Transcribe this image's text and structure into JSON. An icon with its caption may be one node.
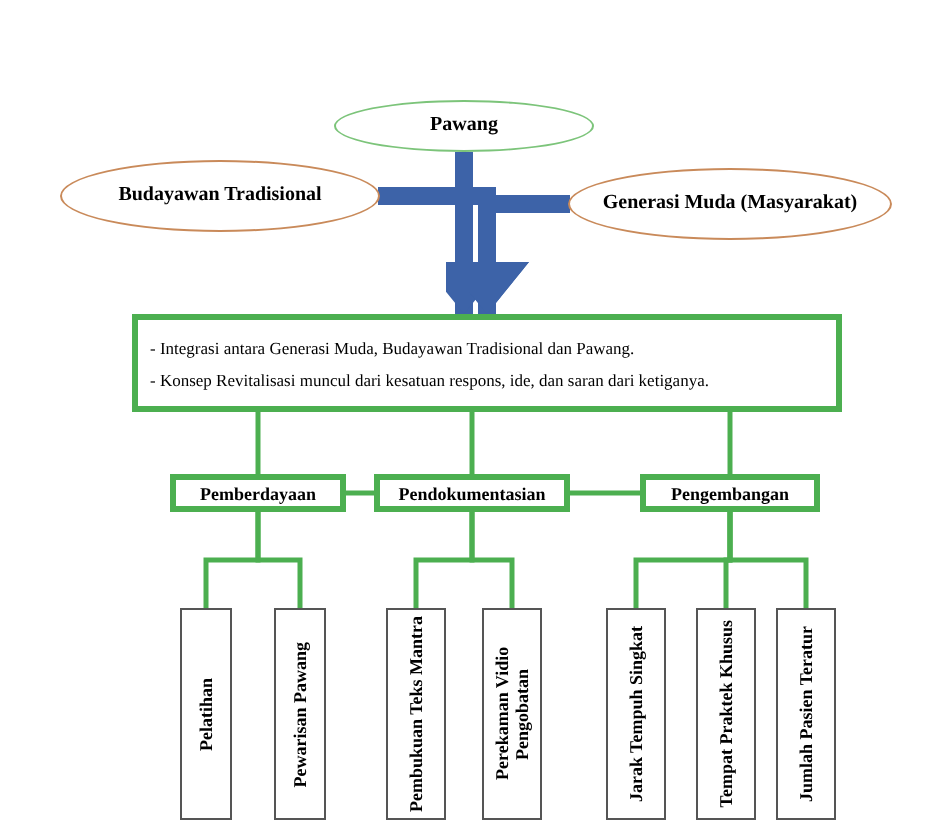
{
  "diagram": {
    "nodes": [
      {
        "text": [
          "Pawang"
        ]
      },
      {
        "text": [
          "Budayawan Tradisional"
        ]
      },
      {
        "text": [
          "Generasi Muda (Masyarakat)"
        ]
      },
      {
        "text": [
          "- Integrasi antara Generasi Muda, Budayawan Tradisional dan Pawang.",
          "- Konsep Revitalisasi muncul dari kesatuan respons, ide, dan saran dari ketiganya."
        ]
      },
      {
        "text": [
          "Pemberdayaan"
        ]
      },
      {
        "text": [
          "Pendokumentasian"
        ]
      },
      {
        "text": [
          "Pengembangan"
        ]
      },
      {
        "text": [
          "Pelatihan"
        ]
      },
      {
        "text": [
          "Pewarisan Pawang"
        ]
      },
      {
        "text": [
          "Pembukuan Teks Mantra"
        ]
      },
      {
        "text": [
          "Perekaman Vidio Pengobatan"
        ]
      },
      {
        "text": [
          "Jarak Tempuh Singkat"
        ]
      },
      {
        "text": [
          "Tempat Praktek Khusus"
        ]
      },
      {
        "text": [
          "Jumlah Pasien Teratur"
        ]
      }
    ],
    "edges": [
      {
        "from": 0,
        "to": 3,
        "arrow": "to",
        "style": "thick",
        "color": "#3d63a8"
      },
      {
        "from": 1,
        "to": 3,
        "arrow": "to",
        "style": "thick",
        "color": "#3d63a8"
      },
      {
        "from": 2,
        "to": 3,
        "arrow": "to",
        "style": "thick",
        "color": "#3d63a8"
      },
      {
        "from": 3,
        "to": 4,
        "arrow": "none"
      },
      {
        "from": 3,
        "to": 5,
        "arrow": "none"
      },
      {
        "from": 3,
        "to": 6,
        "arrow": "none"
      },
      {
        "from": 4,
        "to": 5,
        "arrow": "none"
      },
      {
        "from": 5,
        "to": 6,
        "arrow": "none"
      },
      {
        "from": 4,
        "to": 7,
        "arrow": "none"
      },
      {
        "from": 4,
        "to": 8,
        "arrow": "none"
      },
      {
        "from": 5,
        "to": 9,
        "arrow": "none"
      },
      {
        "from": 5,
        "to": 10,
        "arrow": "none"
      },
      {
        "from": 6,
        "to": 11,
        "arrow": "none"
      },
      {
        "from": 6,
        "to": 12,
        "arrow": "none"
      },
      {
        "from": 6,
        "to": 13,
        "arrow": "none"
      }
    ]
  }
}
